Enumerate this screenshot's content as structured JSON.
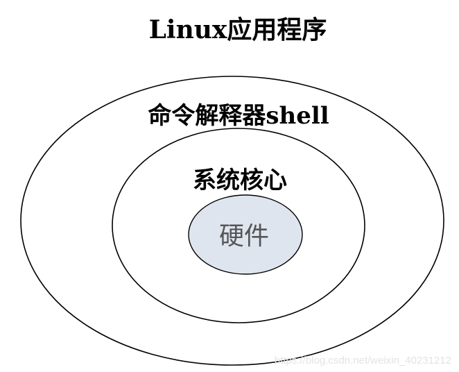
{
  "diagram": {
    "title": "Linux应用程序",
    "layers": {
      "shell": "命令解释器shell",
      "kernel": "系统核心",
      "hardware": "硬件"
    }
  },
  "watermark": "https://blog.csdn.net/weixin_40231212",
  "colors": {
    "ring_stroke": "#000000",
    "hardware_fill": "#dfe5ef",
    "text": "#000000",
    "hardware_text": "#555555",
    "watermark": "#e3e3e3"
  }
}
